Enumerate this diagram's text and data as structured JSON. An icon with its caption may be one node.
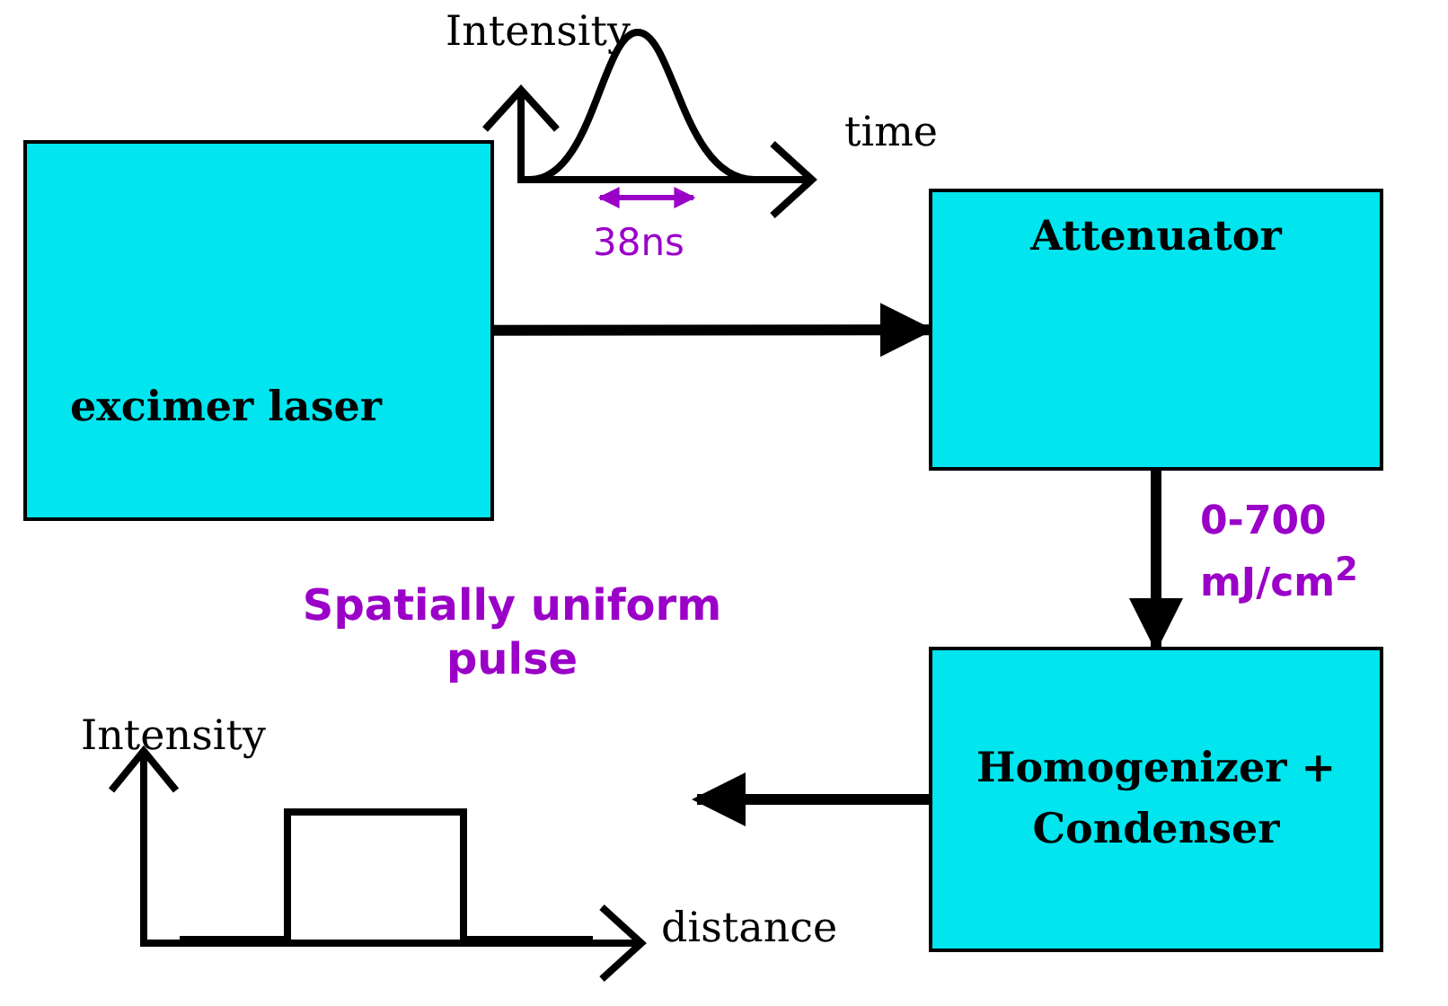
{
  "diagram": {
    "nodes": [
      {
        "text": [
          "excimer laser"
        ]
      },
      {
        "text": [
          "Attenuator"
        ]
      },
      {
        "text": [
          "Homogenizer + Condenser"
        ]
      }
    ],
    "edges": [
      {
        "from": 0,
        "to": 1,
        "arrow": "to"
      },
      {
        "from": 1,
        "to": 2,
        "arrow": "to",
        "label": "0-700 mJ/cm$^{2}$"
      },
      {
        "from": 2,
        "to": null,
        "arrow": "to"
      }
    ],
    "labels": [
      "Intensity",
      "time",
      "38ns",
      "Spatially uniform pulse",
      "Intensity",
      "distance"
    ]
  }
}
